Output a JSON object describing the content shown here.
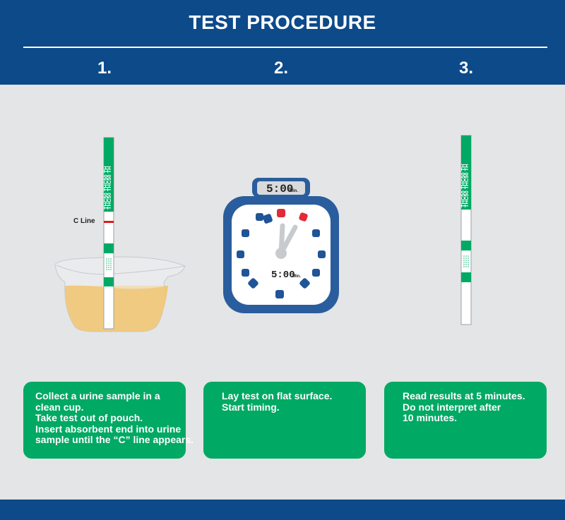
{
  "header": {
    "title": "TEST PROCEDURE"
  },
  "steps": [
    {
      "number": "1.",
      "lines": [
        "Collect a urine sample in a",
        "clean cup.",
        "Take test out of pouch.",
        "Insert absorbent end into urine",
        "sample until the “C” line appears."
      ]
    },
    {
      "number": "2.",
      "lines": [
        "Lay test on flat surface.",
        "Start timing."
      ]
    },
    {
      "number": "3.",
      "lines": [
        "Read results at 5 minutes.",
        "Do not interpret after",
        "10 minutes."
      ]
    }
  ],
  "illustrations": {
    "c_line_label": "C Line",
    "strip_text": "THC50 THC50 TH",
    "timer_display": "5:00",
    "timer_unit": "Min."
  },
  "colors": {
    "navy": "#0c4a8a",
    "green": "#00a964",
    "urine": "#efc87a",
    "timer_red": "#e22a38",
    "c_line_red": "#d81e1e"
  },
  "icons": [
    "test-strip-icon",
    "urine-cup-icon",
    "timer-icon",
    "test-strip-icon"
  ]
}
